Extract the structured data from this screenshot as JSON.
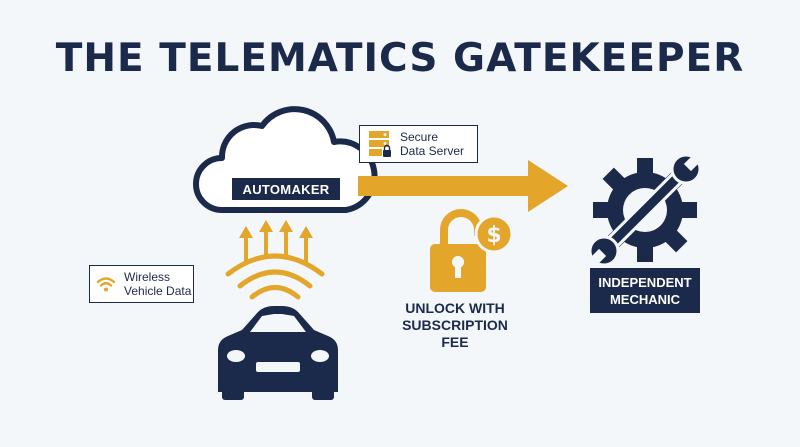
{
  "title": "THE TELEMATICS GATEKEEPER",
  "automaker": {
    "label": "AUTOMAKER"
  },
  "server_callout": {
    "line1": "Secure",
    "line2": "Data Server"
  },
  "wireless_callout": {
    "line1": "Wireless",
    "line2": "Vehicle Data"
  },
  "unlock": {
    "line1": "UNLOCK WITH",
    "line2": "SUBSCRIPTION",
    "line3": "FEE"
  },
  "mechanic": {
    "line1": "INDEPENDENT",
    "line2": "MECHANIC"
  },
  "icons": {
    "cloud": "cloud-icon",
    "server": "server-icon",
    "wifi": "wifi-icon",
    "signal": "signal-waves-icon",
    "car": "car-icon",
    "lock": "padlock-icon",
    "dollar": "dollar-coin-icon",
    "gear_wrench": "gear-wrench-icon",
    "arrow": "arrow-right-icon"
  },
  "colors": {
    "navy": "#1b2a4a",
    "gold": "#e3a52a",
    "background": "#f4f7fa"
  }
}
